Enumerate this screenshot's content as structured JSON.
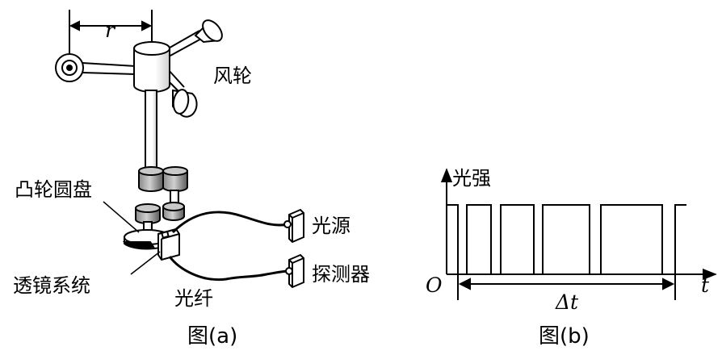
{
  "figure_a": {
    "caption": "图(a)",
    "label_r": "r",
    "label_wind_wheel": "风轮",
    "label_cam_disk": "凸轮圆盘",
    "label_light_source": "光源",
    "label_detector": "探测器",
    "label_lens_system": "透镜系统",
    "label_fiber": "光纤"
  },
  "figure_b": {
    "caption": "图(b)",
    "y_label": "光强",
    "x_label": "t",
    "origin_label": "O",
    "interval_label": "Δt",
    "waveform": "square pulses"
  },
  "colors": {
    "line": "#000000",
    "gray_dark": "#6e6e6e",
    "gray_light": "#d8d8d8"
  }
}
